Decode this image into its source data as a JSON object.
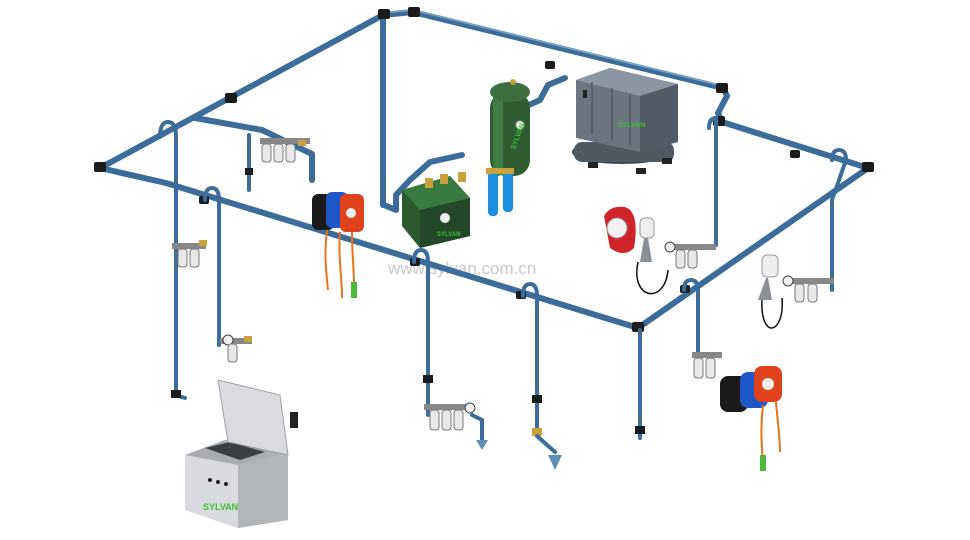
{
  "watermark": "www.sylvan.com.cn",
  "brand": {
    "compressor": "SYLVAN",
    "air_tank": "SYLVAN",
    "dryer": "SYLVAN",
    "cleaning_tank": "SYLVAN"
  },
  "colors": {
    "pipe": "#3c6d9a",
    "pipe_highlight": "#7fa9cc",
    "fitting": "#1b1b1b",
    "brass": "#c9a23b",
    "tank": "#2f5d32",
    "compressor_body": "#5d6773",
    "hose_orange": "#e8731a",
    "reel_blue": "#1f57c9",
    "reel_red": "#e0421d",
    "brand_green": "#3bbf2e"
  }
}
